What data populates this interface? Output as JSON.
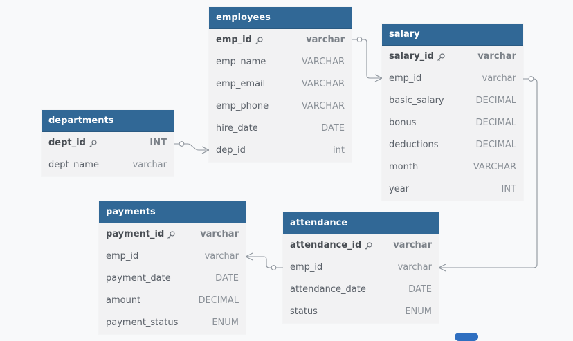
{
  "colors": {
    "header": "#316896",
    "header_text": "#ffffff",
    "body": "#f2f2f3",
    "line": "#8e959d",
    "accent_dot": "#2f6fc0"
  },
  "tables": [
    {
      "id": "employees",
      "name": "employees",
      "fields": [
        {
          "name": "emp_id",
          "type": "varchar",
          "pk": true
        },
        {
          "name": "emp_name",
          "type": "VARCHAR"
        },
        {
          "name": "emp_email",
          "type": "VARCHAR"
        },
        {
          "name": "emp_phone",
          "type": "VARCHAR"
        },
        {
          "name": "hire_date",
          "type": "DATE"
        },
        {
          "name": "dep_id",
          "type": "int"
        }
      ]
    },
    {
      "id": "salary",
      "name": "salary",
      "fields": [
        {
          "name": "salary_id",
          "type": "varchar",
          "pk": true
        },
        {
          "name": "emp_id",
          "type": "varchar"
        },
        {
          "name": "basic_salary",
          "type": "DECIMAL"
        },
        {
          "name": "bonus",
          "type": "DECIMAL"
        },
        {
          "name": "deductions",
          "type": "DECIMAL"
        },
        {
          "name": "month",
          "type": "VARCHAR"
        },
        {
          "name": "year",
          "type": "INT"
        }
      ]
    },
    {
      "id": "departments",
      "name": "departments",
      "fields": [
        {
          "name": "dept_id",
          "type": "INT",
          "pk": true
        },
        {
          "name": "dept_name",
          "type": "varchar"
        }
      ]
    },
    {
      "id": "payments",
      "name": "payments",
      "fields": [
        {
          "name": "payment_id",
          "type": "varchar",
          "pk": true
        },
        {
          "name": "emp_id",
          "type": "varchar"
        },
        {
          "name": "payment_date",
          "type": "DATE"
        },
        {
          "name": "amount",
          "type": "DECIMAL"
        },
        {
          "name": "payment_status",
          "type": "ENUM"
        }
      ]
    },
    {
      "id": "attendance",
      "name": "attendance",
      "fields": [
        {
          "name": "attendance_id",
          "type": "varchar",
          "pk": true
        },
        {
          "name": "emp_id",
          "type": "varchar"
        },
        {
          "name": "attendance_date",
          "type": "DATE"
        },
        {
          "name": "status",
          "type": "ENUM"
        }
      ]
    }
  ],
  "relationships": [
    {
      "from": "employees.emp_id",
      "to": "salary.emp_id",
      "from_card": "one",
      "to_card": "many"
    },
    {
      "from": "departments.dept_id",
      "to": "employees.dep_id",
      "from_card": "one",
      "to_card": "many"
    },
    {
      "from": "salary.emp_id",
      "to": "attendance.emp_id",
      "from_card": "one",
      "to_card": "many"
    },
    {
      "from": "attendance.emp_id",
      "to": "payments.emp_id",
      "from_card": "one",
      "to_card": "many"
    }
  ]
}
